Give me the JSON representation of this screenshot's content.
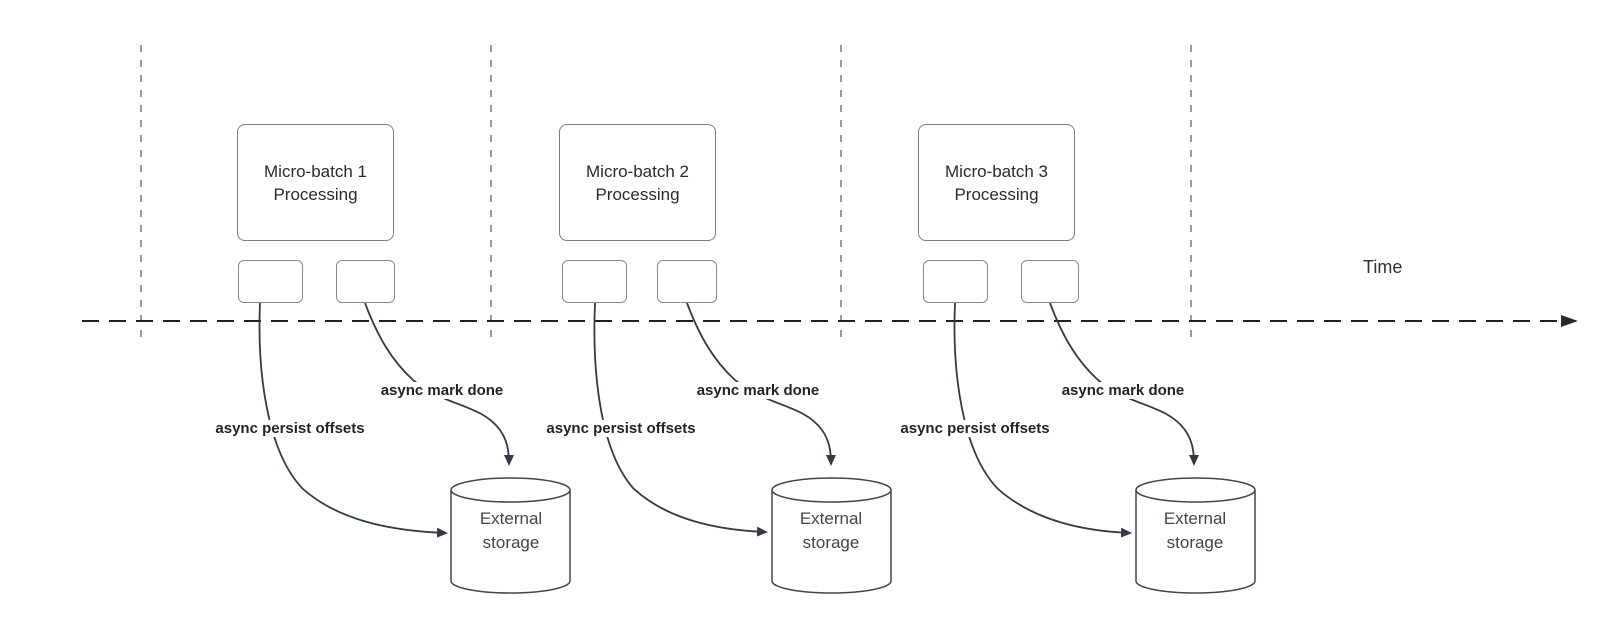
{
  "time_label": "Time",
  "batches": [
    {
      "title": "Micro-batch 1\nProcessing",
      "persist_label": "async persist offsets",
      "done_label": "async mark done",
      "storage_label": "External\nstorage"
    },
    {
      "title": "Micro-batch 2\nProcessing",
      "persist_label": "async persist offsets",
      "done_label": "async mark done",
      "storage_label": "External\nstorage"
    },
    {
      "title": "Micro-batch 3\nProcessing",
      "persist_label": "async persist offsets",
      "done_label": "async mark done",
      "storage_label": "External\nstorage"
    }
  ],
  "colors": {
    "arrow": "#343a43",
    "time_axis": "#1f1f1f",
    "lane_divider": "#9b9b9b",
    "box_border": "#7d7d7d",
    "text": "#262b33"
  }
}
